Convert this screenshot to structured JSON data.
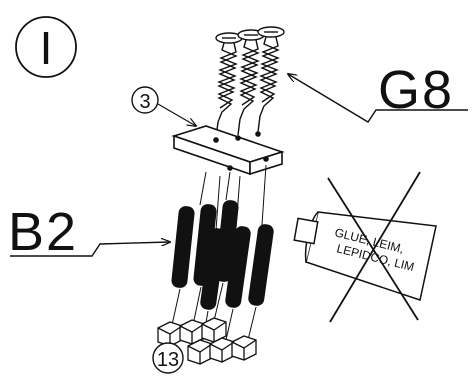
{
  "step": {
    "number": "I"
  },
  "callouts": {
    "part_board": "3",
    "part_dowels": "13"
  },
  "labels": {
    "screws": "G8",
    "dowels": "B2"
  },
  "no_glue": {
    "line1": "GLUE, LEIM,",
    "line2": "LEPIDCO, LIM"
  }
}
